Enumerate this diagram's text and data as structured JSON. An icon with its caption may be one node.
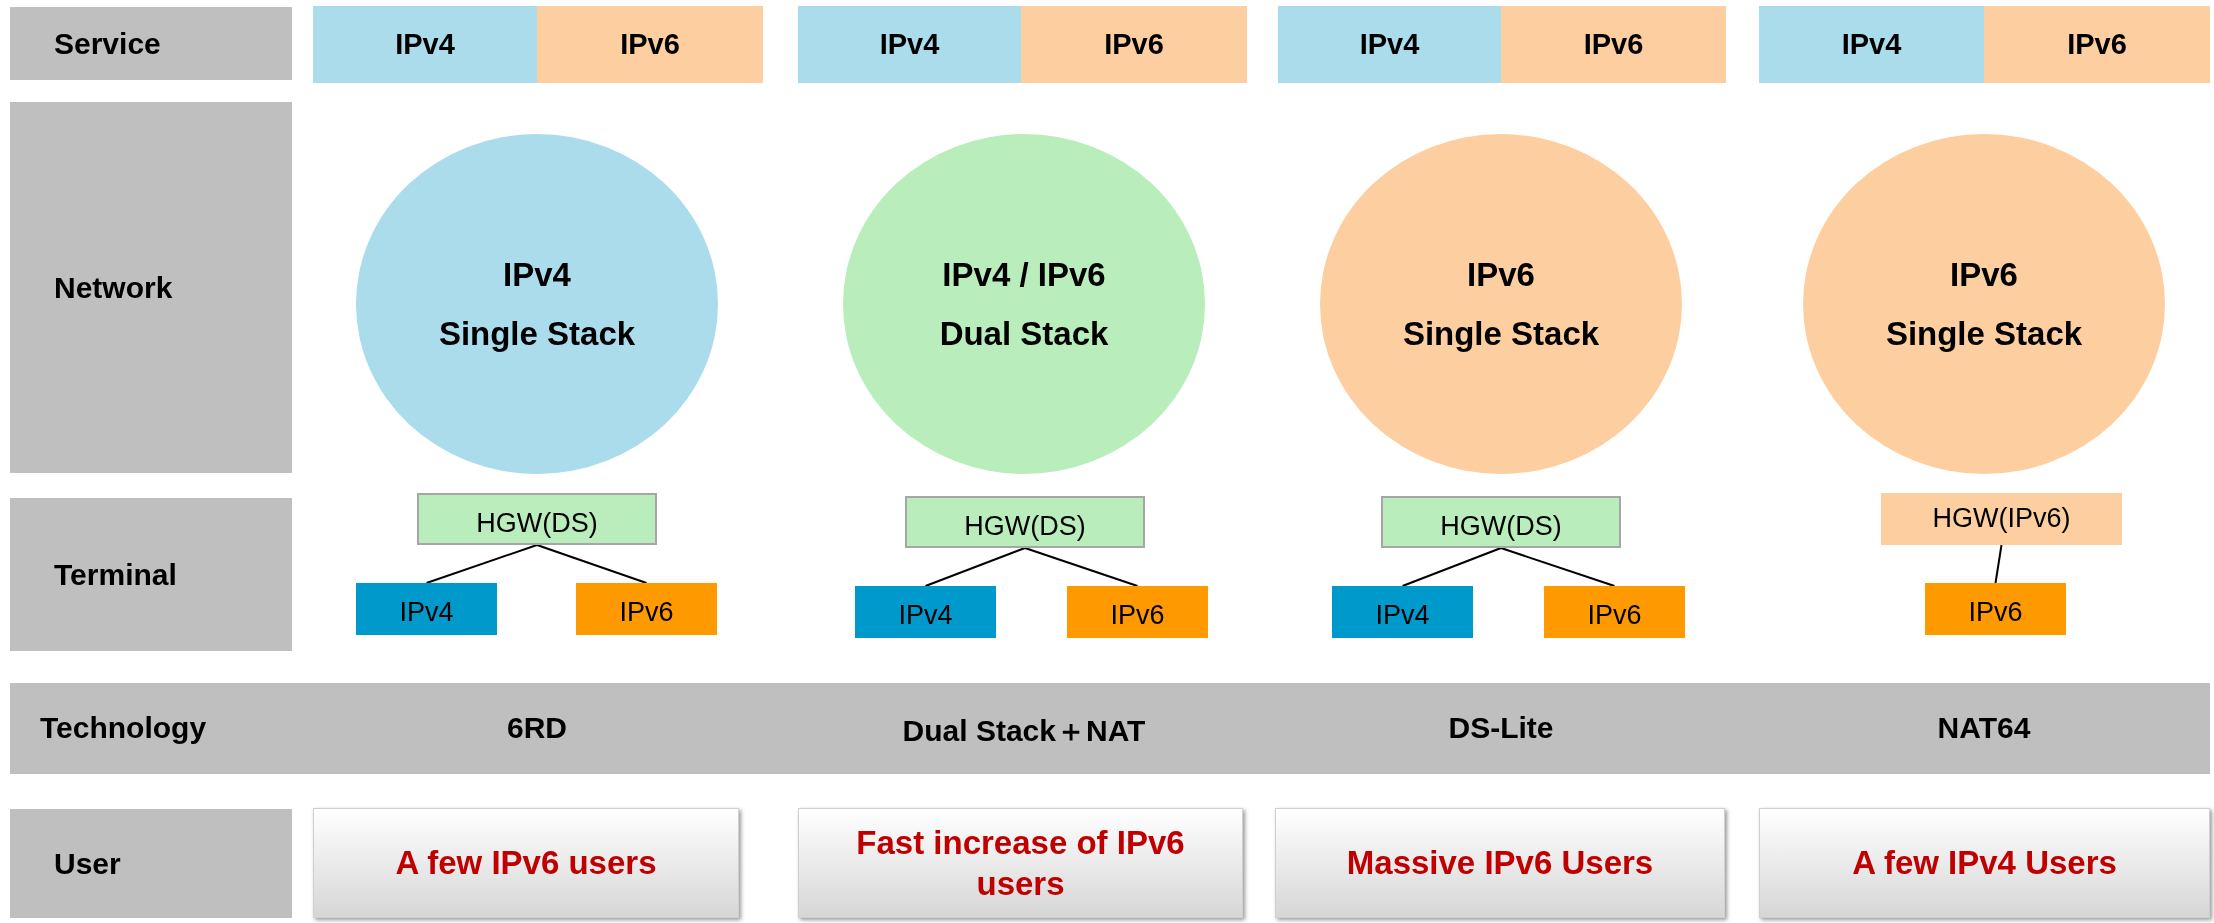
{
  "diagram": {
    "nodes": [
      {
        "text": [
          "Service"
        ]
      },
      {
        "text": [
          "IPv4"
        ]
      },
      {
        "text": [
          "IPv6"
        ]
      },
      {
        "text": [
          "IPv4"
        ]
      },
      {
        "text": [
          "IPv6"
        ]
      },
      {
        "text": [
          "IPv4"
        ]
      },
      {
        "text": [
          "IPv6"
        ]
      },
      {
        "text": [
          "IPv4"
        ]
      },
      {
        "text": [
          "IPv6"
        ]
      },
      {
        "text": [
          "Network"
        ]
      },
      {
        "text": [
          "IPv4",
          "Single Stack"
        ]
      },
      {
        "text": [
          "IPv4 / IPv6",
          "Dual Stack"
        ]
      },
      {
        "text": [
          "IPv6",
          "Single Stack"
        ]
      },
      {
        "text": [
          "IPv6",
          "Single Stack"
        ]
      },
      {
        "text": [
          "Terminal"
        ]
      },
      {
        "text": [
          "HGW(DS)"
        ]
      },
      {
        "text": [
          "IPv4"
        ]
      },
      {
        "text": [
          "IPv6"
        ]
      },
      {
        "text": [
          "HGW(DS)"
        ]
      },
      {
        "text": [
          "IPv4"
        ]
      },
      {
        "text": [
          "IPv6"
        ]
      },
      {
        "text": [
          "HGW(DS)"
        ]
      },
      {
        "text": [
          "IPv4"
        ]
      },
      {
        "text": [
          "IPv6"
        ]
      },
      {
        "text": [
          "HGW(IPv6)"
        ]
      },
      {
        "text": [
          "IPv6"
        ]
      },
      {
        "text": [
          "Technology",
          "6RD",
          "Dual Stack＋NAT",
          "DS-Lite",
          "NAT64"
        ]
      },
      {
        "text": [
          "User"
        ]
      },
      {
        "text": [
          "A few IPv6 users"
        ]
      },
      {
        "text": [
          "Fast increase of IPv6 users"
        ]
      },
      {
        "text": [
          "Massive IPv6 Users"
        ]
      },
      {
        "text": [
          "A few IPv4 Users"
        ]
      }
    ],
    "edges": [
      {
        "from": 15,
        "to": 16,
        "arrow": "none"
      },
      {
        "from": 15,
        "to": 17,
        "arrow": "none"
      },
      {
        "from": 18,
        "to": 19,
        "arrow": "none"
      },
      {
        "from": 18,
        "to": 20,
        "arrow": "none"
      },
      {
        "from": 21,
        "to": 22,
        "arrow": "none"
      },
      {
        "from": 21,
        "to": 23,
        "arrow": "none"
      },
      {
        "from": 24,
        "to": 25,
        "arrow": "none"
      }
    ]
  }
}
